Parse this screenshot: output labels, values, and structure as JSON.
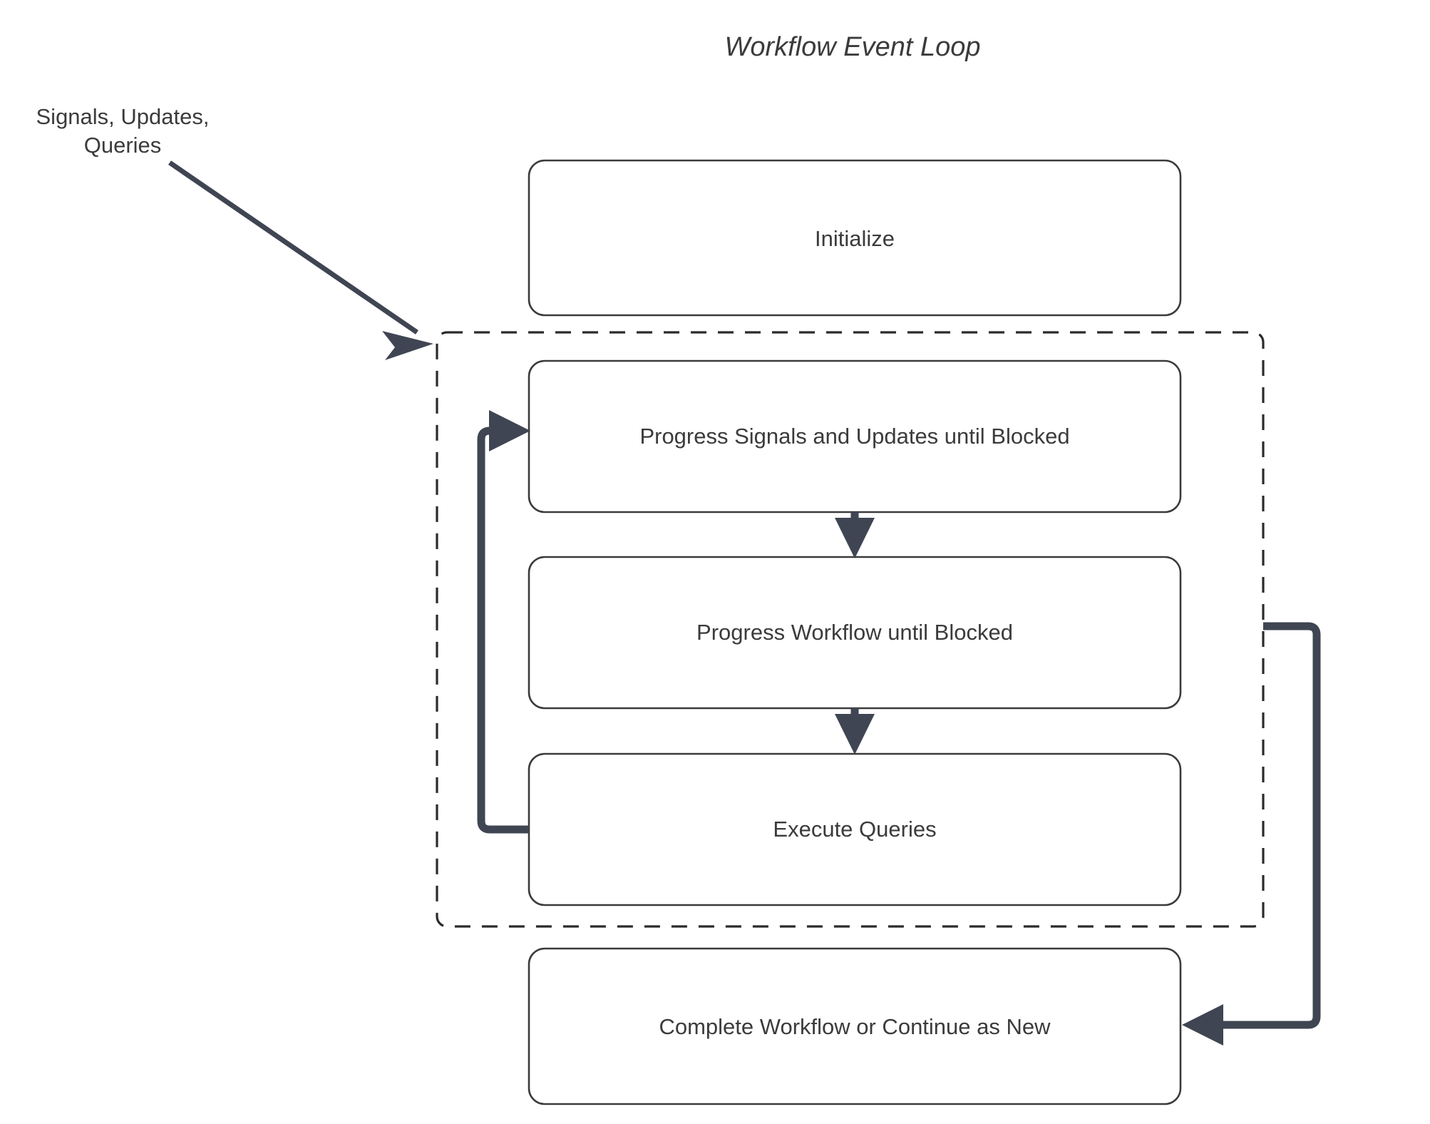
{
  "title": "Workflow Event Loop",
  "external_input": {
    "line1": "Signals, Updates,",
    "line2": "Queries"
  },
  "nodes": [
    {
      "id": "initialize",
      "label": "Initialize"
    },
    {
      "id": "progress-signals",
      "label": "Progress Signals and Updates until Blocked"
    },
    {
      "id": "progress-workflow",
      "label": "Progress Workflow until Blocked"
    },
    {
      "id": "execute-queries",
      "label": "Execute Queries"
    },
    {
      "id": "complete-workflow",
      "label": "Complete Workflow or Continue as New"
    }
  ],
  "colors": {
    "box_border": "#3b3b3b",
    "box_fill": "#ffffff",
    "arrow": "#3f4552",
    "dashed_border": "#2b2b2b",
    "text": "#3b3b3b",
    "background": "#ffffff"
  }
}
